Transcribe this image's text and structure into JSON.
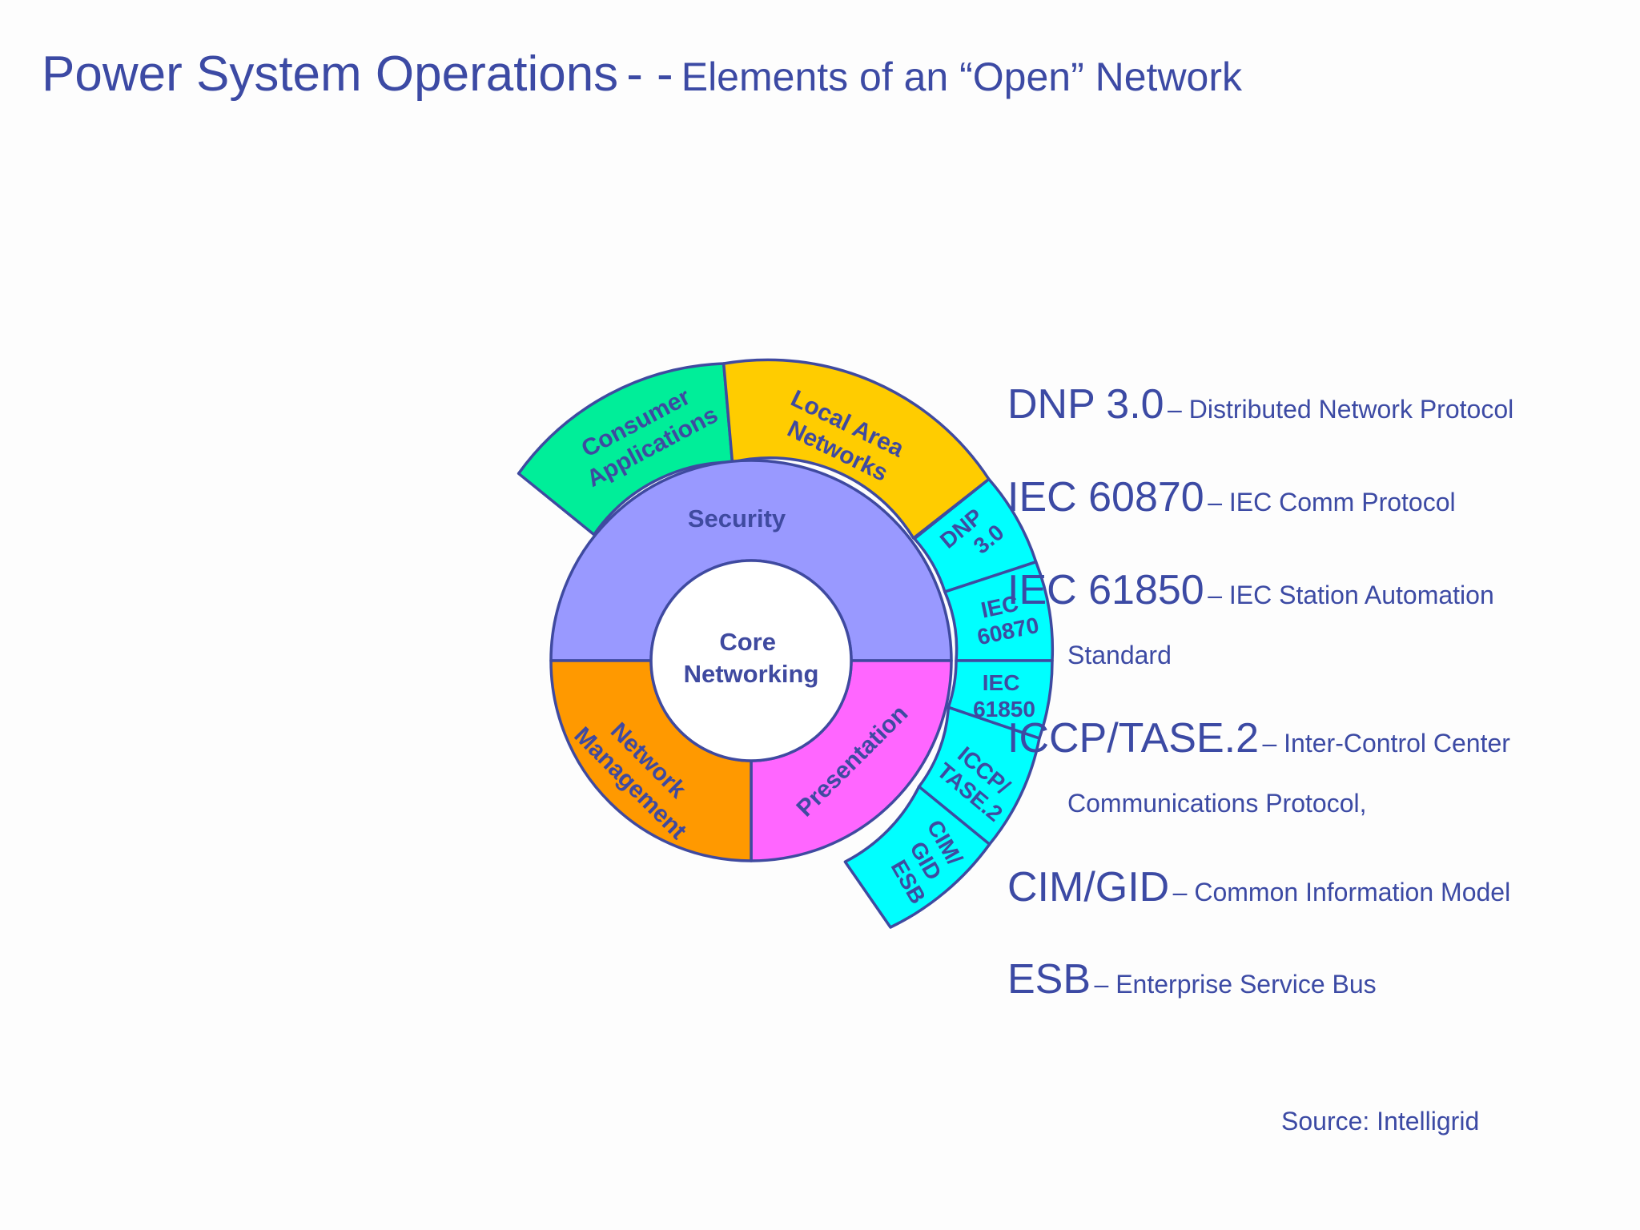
{
  "title": {
    "main": "Power System Operations",
    "separator": "- -",
    "sub": "Elements of an “Open” Network"
  },
  "diagram": {
    "center": "Core Networking",
    "middle_ring": [
      "Security",
      "Presentation",
      "Network Management"
    ],
    "outer_ring": [
      "Consumer Applications",
      "Local Area Networks"
    ],
    "protocols": [
      "DNP 3.0",
      "IEC 60870",
      "IEC 61850",
      "ICCP/ TASE.2",
      "CIM/ GID ESB"
    ],
    "colors": {
      "core": "#ffffff",
      "security": "#9999ff",
      "presentation": "#ff66ff",
      "network_management": "#ff9900",
      "consumer_applications": "#00ee99",
      "local_area_networks": "#ffcc00",
      "protocols": "#00ffff",
      "outline": "#3f4aa0"
    }
  },
  "legend": [
    {
      "term": "DNP 3.0",
      "desc": "– Distributed Network Protocol"
    },
    {
      "term": "IEC 60870",
      "desc": "– IEC Comm Protocol"
    },
    {
      "term": "IEC 61850",
      "desc": "– IEC Station Automation",
      "cont": "Standard"
    },
    {
      "term": "ICCP/TASE.2",
      "desc": "– Inter-Control Center",
      "cont": "Communications Protocol,"
    },
    {
      "term": "CIM/GID",
      "desc": "– Common Information Model"
    },
    {
      "term": "ESB",
      "desc": "– Enterprise Service Bus"
    }
  ],
  "source": "Source: Intelligrid"
}
